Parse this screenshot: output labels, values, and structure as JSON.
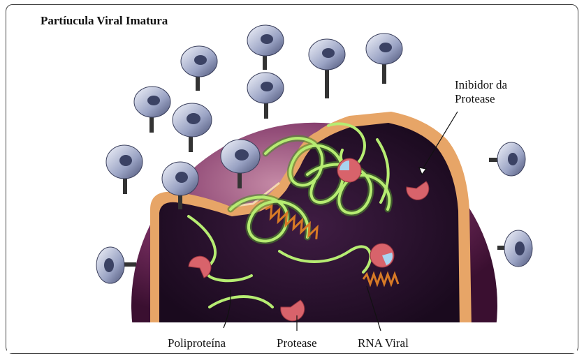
{
  "title": "Partíucula Viral Imatura",
  "labels": {
    "inhibitor_line1": "Inibidor da",
    "inhibitor_line2": "Protease",
    "polyprotein": "Poliproteína",
    "protease": "Protease",
    "rna": "RNA Viral"
  },
  "colors": {
    "envelope": "#5a1d4a",
    "envelope_light": "#9a5a7e",
    "capsid_rim": "#e0a060",
    "interior": "#241028",
    "rna": "#9ed65a",
    "protease": "#d8636b",
    "inhibitor": "#a8d4f0"
  }
}
